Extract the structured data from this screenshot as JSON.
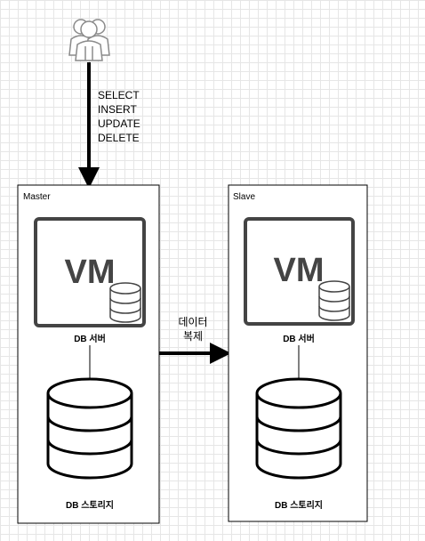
{
  "queries": [
    "SELECT",
    "INSERT",
    "UPDATE",
    "DELETE"
  ],
  "master": {
    "container_label": "Master",
    "vm_label": "VM",
    "server_label": "DB 서버",
    "storage_label": "DB 스토리지"
  },
  "slave": {
    "container_label": "Slave",
    "vm_label": "VM",
    "server_label": "DB 서버",
    "storage_label": "DB 스토리지"
  },
  "replication": {
    "line1": "데이터",
    "line2": "복제"
  },
  "icons": {
    "user": "user-group-icon",
    "vm_database": "database-icon",
    "storage": "database-cylinder-icon"
  }
}
